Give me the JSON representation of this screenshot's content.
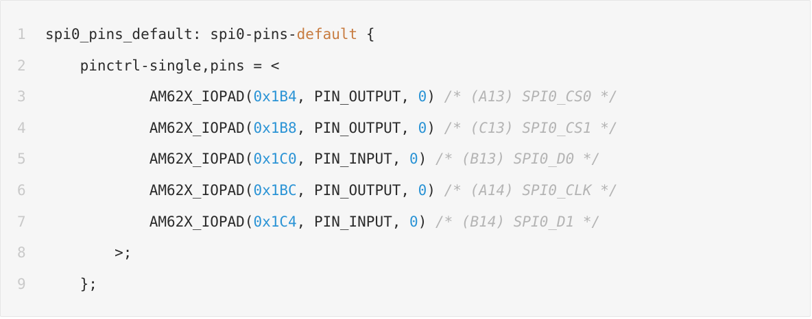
{
  "editor": {
    "language_colors": {
      "plain": "#2b2b2b",
      "keyword": "#c77b3f",
      "number": "#2a93d5",
      "comment": "#b4b4b4",
      "line_number": "#c9c9c9",
      "background": "#f6f6f6"
    },
    "lines": [
      {
        "number": "1",
        "tokens": [
          {
            "type": "plain",
            "text": "spi0_pins_default: spi0-pins-"
          },
          {
            "type": "keyword",
            "text": "default"
          },
          {
            "type": "plain",
            "text": " {"
          }
        ]
      },
      {
        "number": "2",
        "tokens": [
          {
            "type": "plain",
            "text": "    pinctrl-single,pins = <"
          }
        ]
      },
      {
        "number": "3",
        "tokens": [
          {
            "type": "plain",
            "text": "            AM62X_IOPAD("
          },
          {
            "type": "number",
            "text": "0x1B4"
          },
          {
            "type": "plain",
            "text": ", PIN_OUTPUT, "
          },
          {
            "type": "number",
            "text": "0"
          },
          {
            "type": "plain",
            "text": ") "
          },
          {
            "type": "comment",
            "text": "/* (A13) SPI0_CS0 */"
          }
        ]
      },
      {
        "number": "4",
        "tokens": [
          {
            "type": "plain",
            "text": "            AM62X_IOPAD("
          },
          {
            "type": "number",
            "text": "0x1B8"
          },
          {
            "type": "plain",
            "text": ", PIN_OUTPUT, "
          },
          {
            "type": "number",
            "text": "0"
          },
          {
            "type": "plain",
            "text": ") "
          },
          {
            "type": "comment",
            "text": "/* (C13) SPI0_CS1 */"
          }
        ]
      },
      {
        "number": "5",
        "tokens": [
          {
            "type": "plain",
            "text": "            AM62X_IOPAD("
          },
          {
            "type": "number",
            "text": "0x1C0"
          },
          {
            "type": "plain",
            "text": ", PIN_INPUT, "
          },
          {
            "type": "number",
            "text": "0"
          },
          {
            "type": "plain",
            "text": ") "
          },
          {
            "type": "comment",
            "text": "/* (B13) SPI0_D0 */"
          }
        ]
      },
      {
        "number": "6",
        "tokens": [
          {
            "type": "plain",
            "text": "            AM62X_IOPAD("
          },
          {
            "type": "number",
            "text": "0x1BC"
          },
          {
            "type": "plain",
            "text": ", PIN_OUTPUT, "
          },
          {
            "type": "number",
            "text": "0"
          },
          {
            "type": "plain",
            "text": ") "
          },
          {
            "type": "comment",
            "text": "/* (A14) SPI0_CLK */"
          }
        ]
      },
      {
        "number": "7",
        "tokens": [
          {
            "type": "plain",
            "text": "            AM62X_IOPAD("
          },
          {
            "type": "number",
            "text": "0x1C4"
          },
          {
            "type": "plain",
            "text": ", PIN_INPUT, "
          },
          {
            "type": "number",
            "text": "0"
          },
          {
            "type": "plain",
            "text": ") "
          },
          {
            "type": "comment",
            "text": "/* (B14) SPI0_D1 */"
          }
        ]
      },
      {
        "number": "8",
        "tokens": [
          {
            "type": "plain",
            "text": "        >;"
          }
        ]
      },
      {
        "number": "9",
        "tokens": [
          {
            "type": "plain",
            "text": "    };"
          }
        ]
      }
    ]
  }
}
